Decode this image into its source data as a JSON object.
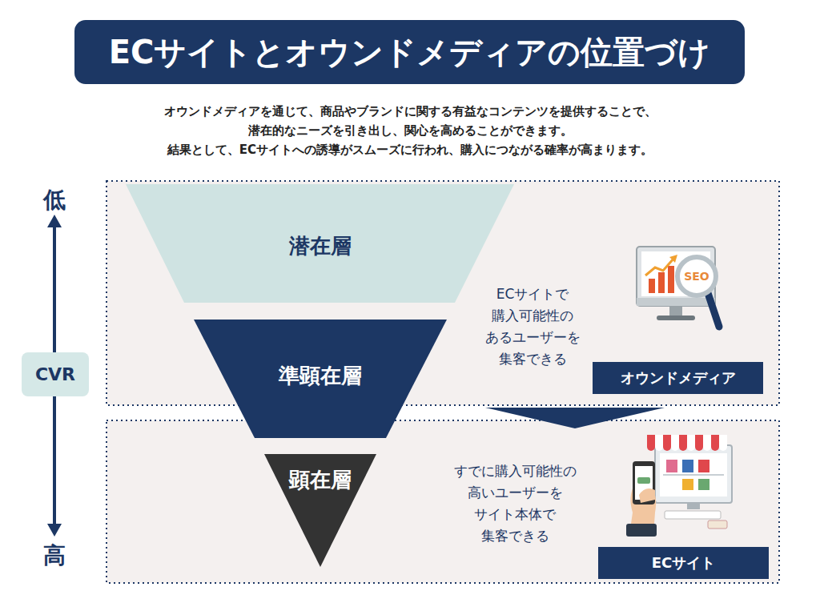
{
  "diagram": {
    "title": "ECサイトとオウンドメディアの位置づけ",
    "nodes": [
      {
        "text": [
          "ECサイトで 購入可能性の あるユーザーを 集客できる"
        ]
      },
      {
        "text": [
          "オウンドメディア"
        ],
        "in": 0
      },
      {
        "text": [
          "すでに購入可能性の 高いユーザーを サイト本体で 集客できる"
        ]
      },
      {
        "text": [
          "ECサイト"
        ],
        "in": 2
      },
      {
        "text": [
          "潜在層"
        ]
      },
      {
        "text": [
          "準顕在層"
        ]
      },
      {
        "text": [
          "顕在層"
        ]
      },
      {
        "text": [
          "CVR"
        ]
      }
    ],
    "edges": [
      {
        "from": 0,
        "to": 2,
        "arrow": "to"
      }
    ],
    "labels": [
      "オウンドメディアを通じて、商品やブランドに関する有益なコンテンツを提供することで、",
      "潜在的なニーズを引き出し、関心を高めることができます。",
      "結果として、ECサイトへの誘導がスムーズに行われ、購入につながる確率が高まります。",
      "低",
      "高",
      "SEO"
    ]
  }
}
